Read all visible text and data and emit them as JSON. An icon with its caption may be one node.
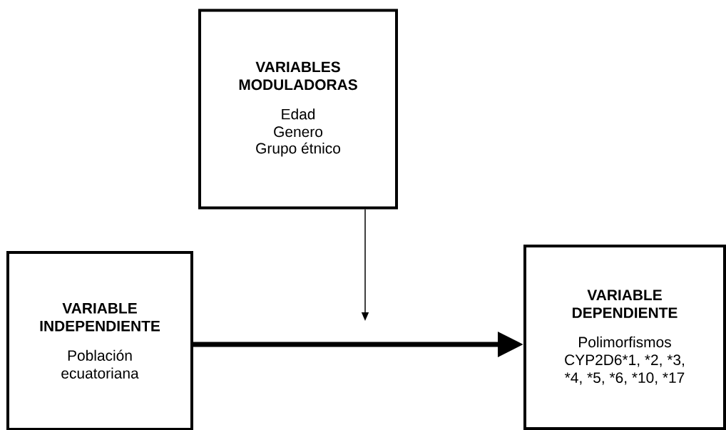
{
  "diagram": {
    "nodes": [
      {
        "text": [
          "VARIABLES MODULADORAS",
          "Edad",
          "Genero",
          "Grupo étnico"
        ]
      },
      {
        "text": [
          "VARIABLE INDEPENDIENTE",
          "Población ecuatoriana"
        ]
      },
      {
        "text": [
          "VARIABLE DEPENDIENTE",
          "Polimorfismos CYP2D6*1, *2, *3, *4, *5, *6, *10, *17"
        ]
      }
    ],
    "edges": [
      {
        "from": 0,
        "to": null,
        "arrow": "to"
      },
      {
        "from": 1,
        "to": 2,
        "arrow": "to",
        "style": "thick"
      }
    ]
  }
}
